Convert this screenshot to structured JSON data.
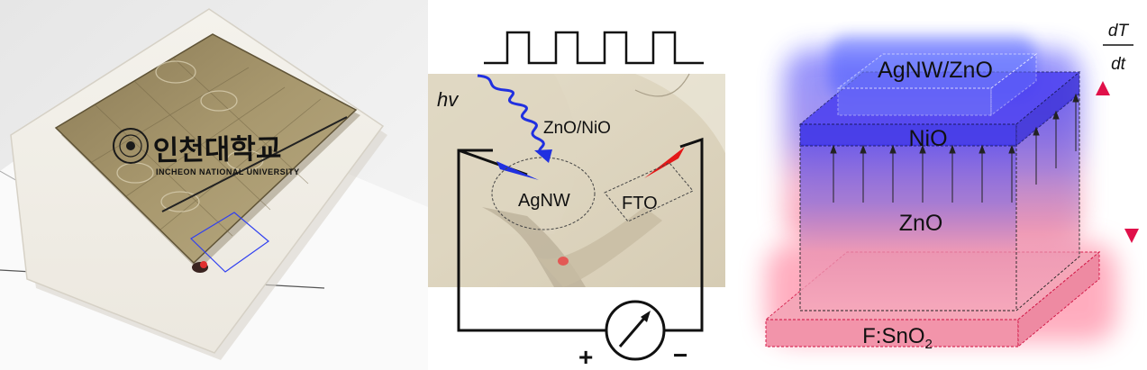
{
  "photo": {
    "logo_korean": "인천대학교",
    "logo_english": "INCHEON NATIONAL UNIVERSITY"
  },
  "circuit": {
    "light_label": "hv",
    "region_label": "ZnO/NiO",
    "electrode_left_label": "AgNW",
    "electrode_right_label": "FTO",
    "plus_label": "+",
    "minus_label": "−"
  },
  "stack": {
    "layer_top": "AgNW/ZnO",
    "layer_nio": "NiO",
    "layer_zno": "ZnO",
    "layer_fto_base": "F:SnO",
    "layer_fto_sub": "2",
    "dtdt_numerator": "dT",
    "dtdt_denominator": "dt"
  },
  "colors": {
    "blue": "#3040e8",
    "pink": "#f06080",
    "red_arrow": "#e0104a",
    "blue_arrow": "#2a3cd0",
    "photo_blue_box": "#3040f0"
  }
}
